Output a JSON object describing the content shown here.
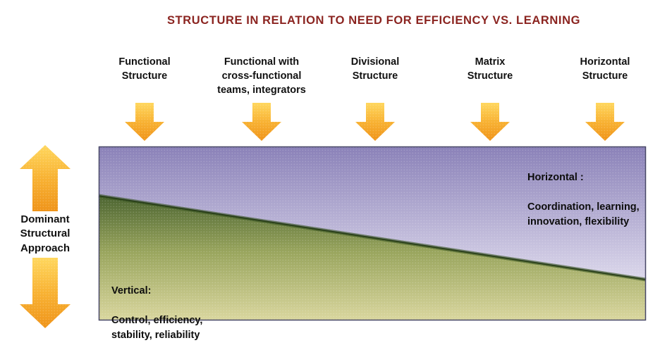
{
  "title": "STRUCTURE IN RELATION TO NEED FOR EFFICIENCY VS. LEARNING",
  "left_axis": {
    "label": "Dominant\nStructural\nApproach"
  },
  "columns": [
    {
      "id": "functional",
      "label": "Functional\nStructure"
    },
    {
      "id": "cross-functional",
      "label": "Functional with\ncross-functional\nteams, integrators"
    },
    {
      "id": "divisional",
      "label": "Divisional\nStructure"
    },
    {
      "id": "matrix",
      "label": "Matrix\nStructure"
    },
    {
      "id": "horizontal",
      "label": "Horizontal\nStructure"
    }
  ],
  "regions": {
    "horizontal": {
      "heading": "Horizontal :",
      "detail": "Coordination, learning,\ninnovation, flexibility"
    },
    "vertical": {
      "heading": "Vertical:",
      "detail": "Control, efficiency,\nstability, reliability"
    }
  },
  "icons": {
    "column_arrows": "down-arrow-icon",
    "left_axis_arrows": "double-vertical-arrow-icon"
  },
  "colors": {
    "title_text": "#8b2420",
    "arrow_top": "#ffd75e",
    "arrow_mid": "#f8b233",
    "arrow_bottom": "#ef941a",
    "purple_top": "#8a81b8",
    "purple_light": "#ddd9ec",
    "green_dark": "#4a6330",
    "green_mid": "#9aa65e",
    "green_light": "#ddd9a2",
    "divider": "#243a15",
    "label_text": "#111111"
  }
}
